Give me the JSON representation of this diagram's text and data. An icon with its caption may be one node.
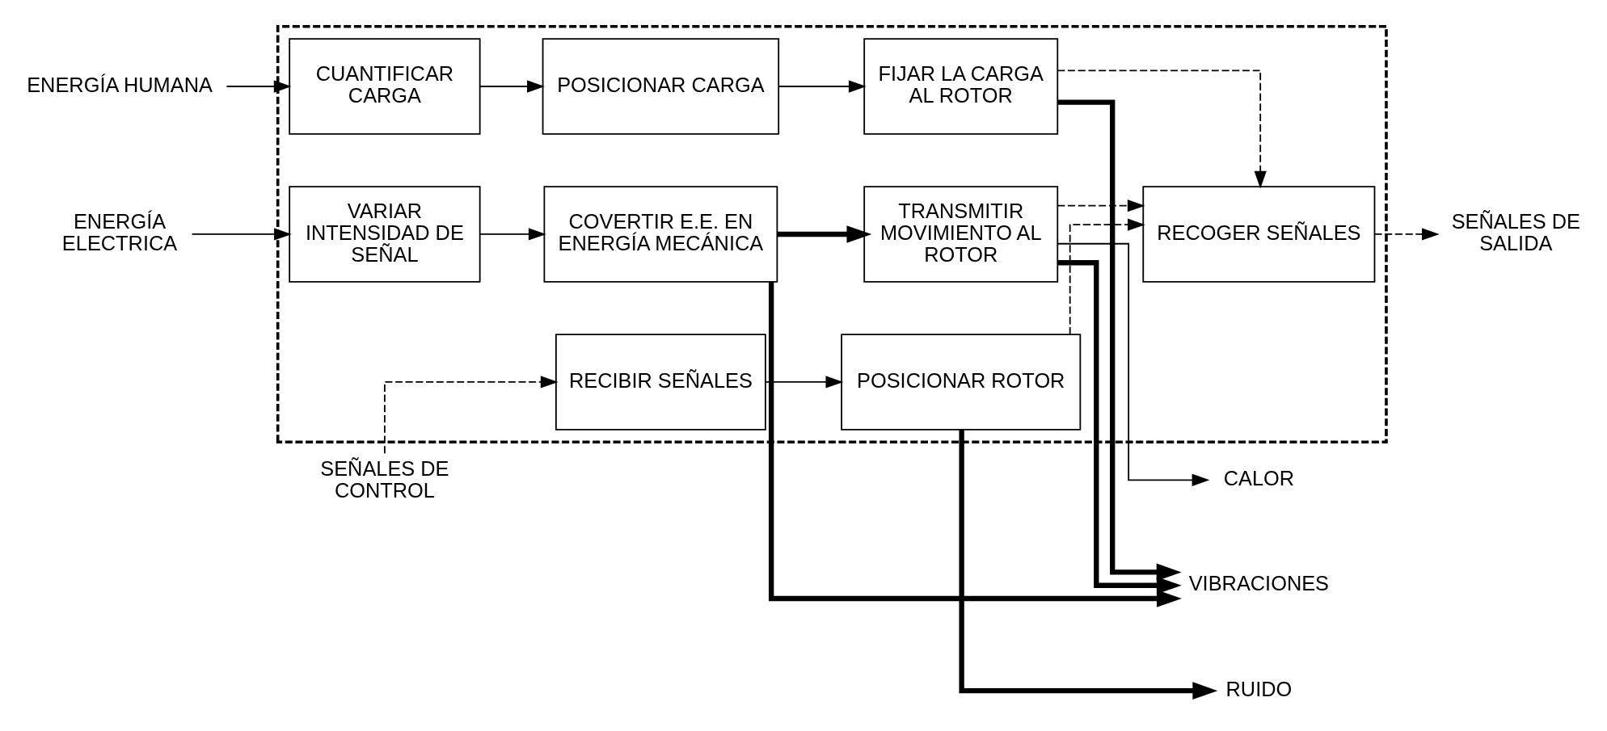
{
  "diagram": {
    "nodes": [
      {
        "text": [],
        "shape": "box"
      },
      {
        "text": [
          "SEÑALES DE CONTROL"
        ]
      },
      {
        "text": [
          "RECIBIR SEÑALES"
        ],
        "in": 0
      },
      {
        "text": [
          "POSICIONAR ROTOR"
        ],
        "in": 0
      },
      {
        "text": [
          "RECOGER SEÑALES"
        ],
        "in": 0
      },
      {
        "text": [
          "SEÑALES DE SALIDA"
        ]
      },
      {
        "text": [
          "ENERGÍA ELECTRICA"
        ]
      },
      {
        "text": [
          "VARIAR INTENSIDAD DE SEÑAL"
        ],
        "in": 0
      },
      {
        "text": [
          "COVERTIR E.E. EN ENERGÍA MECÁNICA"
        ],
        "in": 0
      },
      {
        "text": [
          "TRANSMITIR MOVIMIENTO AL ROTOR"
        ],
        "in": 0
      },
      {
        "text": [
          "CALOR"
        ]
      },
      {
        "text": [
          "VIBRACIONES"
        ]
      },
      {
        "text": [
          "ENERGÍA HUMANA"
        ]
      },
      {
        "text": [
          "CUANTIFICAR CARGA"
        ],
        "in": 0
      },
      {
        "text": [
          "POSICIONAR CARGA"
        ],
        "in": 0
      },
      {
        "text": [
          "FIJAR LA CARGA AL ROTOR"
        ],
        "in": 0
      },
      {
        "text": [
          "RUIDO"
        ]
      }
    ],
    "edges": [
      {
        "from": 1,
        "to": 2,
        "arrow": "to",
        "style": "dashed"
      },
      {
        "from": 2,
        "to": 3,
        "arrow": "to"
      },
      {
        "from": 3,
        "to": 4,
        "arrow": "to",
        "style": "dashed"
      },
      {
        "from": 4,
        "to": 5,
        "arrow": "to",
        "style": "dashed"
      },
      {
        "from": 3,
        "to": 16,
        "arrow": "to",
        "style": "thick"
      },
      {
        "from": 6,
        "to": 7,
        "arrow": "to"
      },
      {
        "from": 7,
        "to": 8,
        "arrow": "to"
      },
      {
        "from": 8,
        "to": 9,
        "arrow": "to",
        "style": "thick"
      },
      {
        "from": 9,
        "to": 10,
        "arrow": "to"
      },
      {
        "from": 9,
        "to": 4,
        "arrow": "to",
        "style": "dashed"
      },
      {
        "from": 15,
        "to": 4,
        "arrow": "to",
        "style": "dashed"
      },
      {
        "from": 8,
        "to": 11,
        "arrow": "to",
        "style": "thick"
      },
      {
        "from": 9,
        "to": 11,
        "arrow": "to",
        "style": "thick"
      },
      {
        "from": 15,
        "to": 11,
        "arrow": "to",
        "style": "thick"
      },
      {
        "from": 12,
        "to": 13,
        "arrow": "to"
      },
      {
        "from": 13,
        "to": 14,
        "arrow": "to"
      },
      {
        "from": 14,
        "to": 15,
        "arrow": "to"
      }
    ]
  }
}
